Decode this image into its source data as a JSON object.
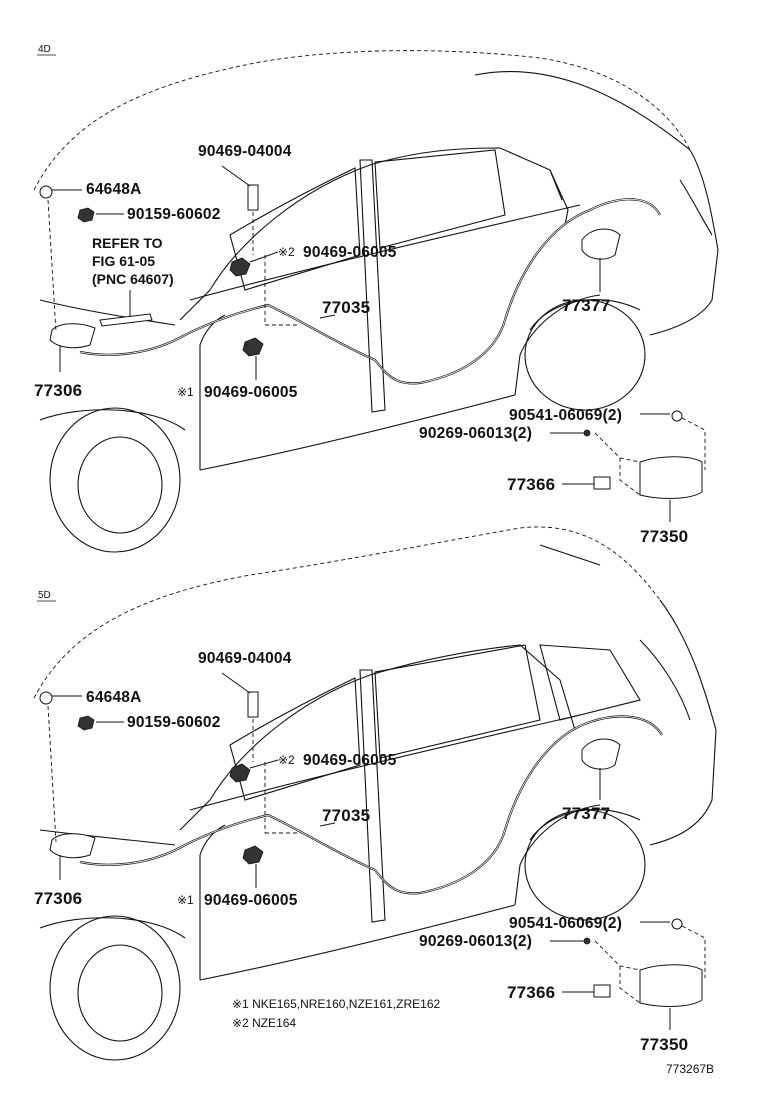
{
  "sections": [
    {
      "tag": "4D",
      "labels": {
        "p64648a": "64648A",
        "p90159": "90159-60602",
        "refer1": "REFER TO",
        "refer2": "FIG 61-05",
        "refer3": "(PNC 64607)",
        "p77306": "77306",
        "p90469_04004": "90469-04004",
        "mark2": "※2",
        "p90469_06005_a": "90469-06005",
        "p77035": "77035",
        "mark1": "※1",
        "p90469_06005_b": "90469-06005",
        "p77377": "77377",
        "p90541": "90541-06069(2)",
        "p90269": "90269-06013(2)",
        "p77366": "77366",
        "p77350": "77350"
      }
    },
    {
      "tag": "5D",
      "labels": {
        "p64648a": "64648A",
        "p90159": "90159-60602",
        "p77306": "77306",
        "p90469_04004": "90469-04004",
        "mark2": "※2",
        "p90469_06005_a": "90469-06005",
        "p77035": "77035",
        "mark1": "※1",
        "p90469_06005_b": "90469-06005",
        "p77377": "77377",
        "p90541": "90541-06069(2)",
        "p90269": "90269-06013(2)",
        "p77366": "77366",
        "p77350": "77350"
      }
    }
  ],
  "notes": {
    "note1": "※1 NKE165,NRE160,NZE161,ZRE162",
    "note2": "※2 NZE164"
  },
  "figure_id": "773267B"
}
